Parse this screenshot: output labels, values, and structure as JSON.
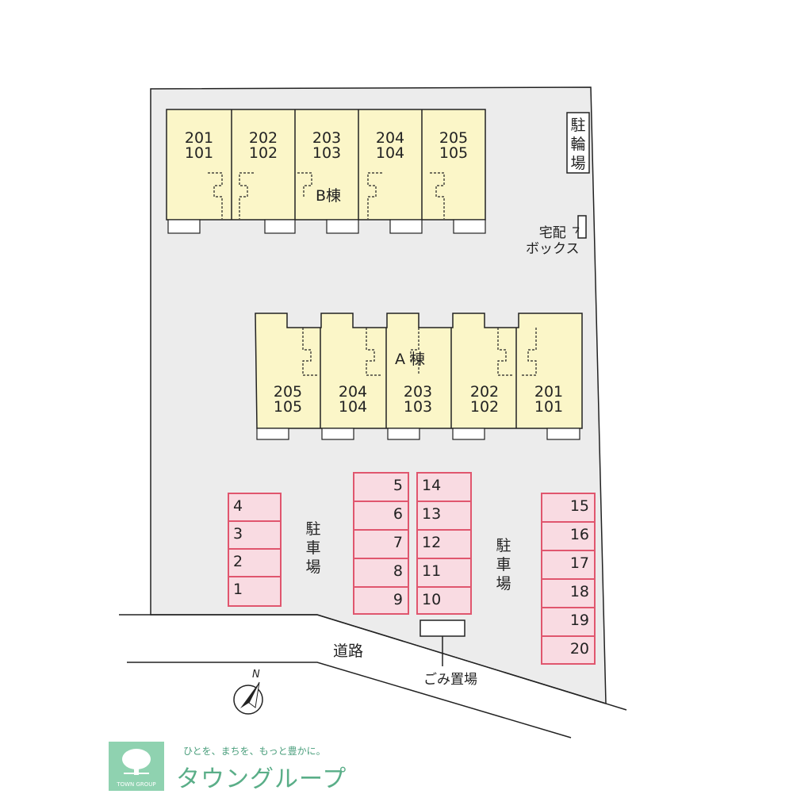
{
  "building_b": {
    "name": "B棟",
    "units": [
      {
        "upper": "201",
        "lower": "101"
      },
      {
        "upper": "202",
        "lower": "102"
      },
      {
        "upper": "203",
        "lower": "103"
      },
      {
        "upper": "204",
        "lower": "104"
      },
      {
        "upper": "205",
        "lower": "105"
      }
    ]
  },
  "building_a": {
    "name": "A 棟",
    "units": [
      {
        "upper": "205",
        "lower": "105"
      },
      {
        "upper": "204",
        "lower": "104"
      },
      {
        "upper": "203",
        "lower": "103"
      },
      {
        "upper": "202",
        "lower": "102"
      },
      {
        "upper": "201",
        "lower": "101"
      }
    ]
  },
  "bicycle_parking": "駐輪場",
  "delivery_box": "宅配\nボックス",
  "parking_label": "駐車場",
  "parking": {
    "col1": [
      "4",
      "3",
      "2",
      "1"
    ],
    "col2": [
      "5",
      "6",
      "7",
      "8",
      "9"
    ],
    "col3": [
      "14",
      "13",
      "12",
      "11",
      "10"
    ],
    "col4": [
      "15",
      "16",
      "17",
      "18",
      "19",
      "20"
    ]
  },
  "road": "道路",
  "garbage": "ごみ置場",
  "compass": "N",
  "footer": {
    "slogan": "ひとを、まちを、もっと豊かに。",
    "brand": "タウングループ",
    "logo_text": "TOWN GROUP"
  },
  "colors": {
    "lot": "#ececec",
    "building": "#fbf6c8",
    "parking_fill": "#f9dbe2",
    "parking_border": "#e0566e",
    "brand": "#5aae88"
  }
}
